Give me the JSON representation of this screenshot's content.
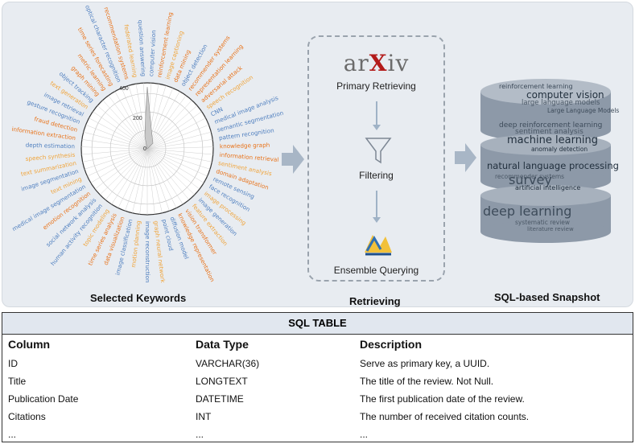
{
  "captions": {
    "keywords": "Selected Keywords",
    "retrieving": "Retrieving",
    "snapshot": "SQL-based Snapshot"
  },
  "radial_chart": {
    "tick_labels": [
      "0",
      "200",
      "400"
    ],
    "keywords": [
      {
        "text": "computer vision",
        "color": "#4f7fbf"
      },
      {
        "text": "reinforcement learning",
        "color": "#e8731a"
      },
      {
        "text": "image captioning",
        "color": "#f0a43a"
      },
      {
        "text": "data mining",
        "color": "#e8731a"
      },
      {
        "text": "object detection",
        "color": "#4f7fbf"
      },
      {
        "text": "recommender systems",
        "color": "#e8731a"
      },
      {
        "text": "representation learning",
        "color": "#e8731a"
      },
      {
        "text": "adversarial attack",
        "color": "#e8731a"
      },
      {
        "text": "speech recognition",
        "color": "#f0a43a"
      },
      {
        "text": "CNN",
        "color": "#4f7fbf"
      },
      {
        "text": "medical image analysis",
        "color": "#4f7fbf"
      },
      {
        "text": "semantic segmentation",
        "color": "#4f7fbf"
      },
      {
        "text": "pattern recognition",
        "color": "#4f7fbf"
      },
      {
        "text": "knowledge graph",
        "color": "#e8731a"
      },
      {
        "text": "information retrieval",
        "color": "#e8731a"
      },
      {
        "text": "sentiment analysis",
        "color": "#f0a43a"
      },
      {
        "text": "domain adaptation",
        "color": "#e8731a"
      },
      {
        "text": "remote sensing",
        "color": "#4f7fbf"
      },
      {
        "text": "face recognition",
        "color": "#4f7fbf"
      },
      {
        "text": "image processing",
        "color": "#f0a43a"
      },
      {
        "text": "image generation",
        "color": "#4f7fbf"
      },
      {
        "text": "feature extraction",
        "color": "#f0a43a"
      },
      {
        "text": "vision transformer",
        "color": "#e8731a"
      },
      {
        "text": "knowledge representation",
        "color": "#e8731a"
      },
      {
        "text": "diffusion model",
        "color": "#4f7fbf"
      },
      {
        "text": "point cloud",
        "color": "#4f7fbf"
      },
      {
        "text": "graph neural network",
        "color": "#f0a43a"
      },
      {
        "text": "image reconstruction",
        "color": "#4f7fbf"
      },
      {
        "text": "motion planning",
        "color": "#f0a43a"
      },
      {
        "text": "image classification",
        "color": "#4f7fbf"
      },
      {
        "text": "data visualization",
        "color": "#e8731a"
      },
      {
        "text": "time series analysis",
        "color": "#e8731a"
      },
      {
        "text": "topic modeling",
        "color": "#f0a43a"
      },
      {
        "text": "human activity recognition",
        "color": "#4f7fbf"
      },
      {
        "text": "social network analysis",
        "color": "#4f7fbf"
      },
      {
        "text": "emotion recognition",
        "color": "#e8731a"
      },
      {
        "text": "medical image segmentation",
        "color": "#4f7fbf"
      },
      {
        "text": "text mining",
        "color": "#f0a43a"
      },
      {
        "text": "image segmentation",
        "color": "#4f7fbf"
      },
      {
        "text": "text summarization",
        "color": "#f0a43a"
      },
      {
        "text": "speech synthesis",
        "color": "#f0a43a"
      },
      {
        "text": "depth estimation",
        "color": "#4f7fbf"
      },
      {
        "text": "information extraction",
        "color": "#e8731a"
      },
      {
        "text": "fraud detection",
        "color": "#e8731a"
      },
      {
        "text": "gesture recognition",
        "color": "#4f7fbf"
      },
      {
        "text": "image retrieval",
        "color": "#4f7fbf"
      },
      {
        "text": "text generation",
        "color": "#f0a43a"
      },
      {
        "text": "object tracking",
        "color": "#4f7fbf"
      },
      {
        "text": "graph mining",
        "color": "#e8731a"
      },
      {
        "text": "metric learning",
        "color": "#e8731a"
      },
      {
        "text": "time series forecasting",
        "color": "#e8731a"
      },
      {
        "text": "optical character recognition",
        "color": "#4f7fbf"
      },
      {
        "text": "recommendation systems",
        "color": "#e8731a"
      },
      {
        "text": "federated learning",
        "color": "#f0a43a"
      },
      {
        "text": "question answering",
        "color": "#4f7fbf"
      }
    ]
  },
  "retrieving": {
    "logo": "arXiv",
    "primary": "Primary Retrieving",
    "filtering": "Filtering",
    "ensemble": "Ensemble Querying"
  },
  "wordcloud": [
    "computer vision",
    "reinforcement learning",
    "large language models",
    "machine learning",
    "deep reinforcement learning",
    "sentiment analysis",
    "natural language processing",
    "survey",
    "recommender systems",
    "artificial intelligence",
    "deep learning",
    "systematic review",
    "anomaly detection",
    "Large Language Models",
    "literature review"
  ],
  "sql_table": {
    "title": "SQL TABLE",
    "headers": [
      "Column",
      "Data Type",
      "Description"
    ],
    "rows": [
      [
        "ID",
        "VARCHAR(36)",
        "Serve as primary key, a UUID."
      ],
      [
        "Title",
        "LONGTEXT",
        "The title of the review. Not Null."
      ],
      [
        "Publication Date",
        "DATETIME",
        "The first publication date of the review."
      ],
      [
        "Citations",
        "INT",
        "The number of received citation counts."
      ],
      [
        "...",
        "...",
        "..."
      ]
    ]
  }
}
